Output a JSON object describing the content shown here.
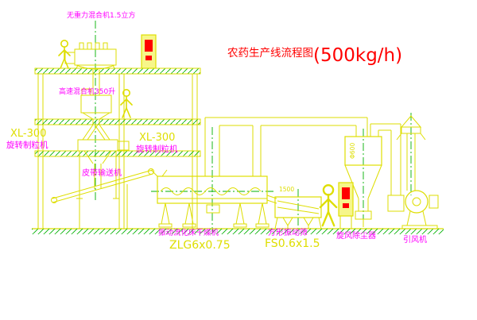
{
  "title": {
    "text": "农药生产线流程图",
    "capacity": "(500kg/h)"
  },
  "equipment_labels": {
    "gravity_free_mixer": "无重力混合机1.5立方",
    "high_speed_mixer": "高速混合机350升",
    "granulator_left_model": "XL-300",
    "granulator_left_name": "旋转制粒机",
    "granulator_mid_model": "XL-300",
    "granulator_mid_name": "旋转制粒机",
    "belt_conveyor": "皮带输送机",
    "dryer_name": "振动流化床干燥机",
    "dryer_model": "ZLG6x0.75",
    "screen_name": "方形振动筛",
    "screen_model": "FS0.6x1.5",
    "cyclone": "旋风除尘器",
    "fan": "引风机"
  },
  "dimensions": {
    "chute": "1500",
    "duct_dia": "Φ600"
  },
  "colors": {
    "line": "#dede00",
    "green": "#00b000",
    "magenta": "#ff00ff",
    "red": "#ff0000"
  }
}
